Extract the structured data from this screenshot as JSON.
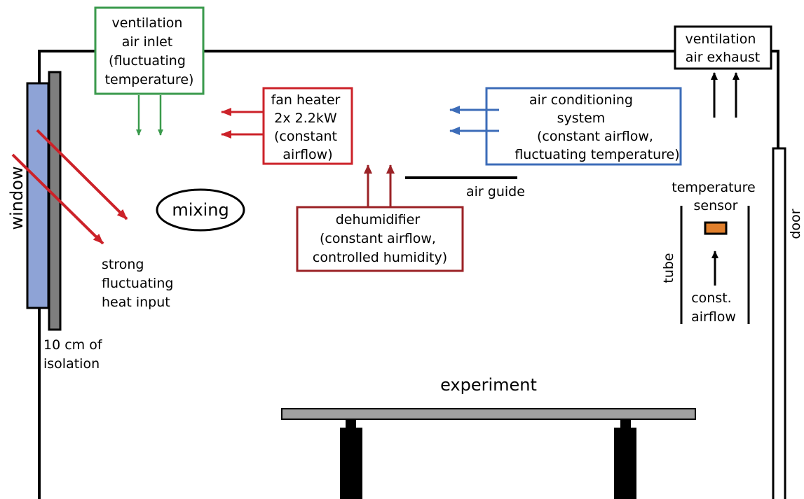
{
  "colors": {
    "green": "#3a9a4c",
    "red": "#cc2229",
    "dark_red": "#9b2226",
    "blue": "#3c6cb8",
    "window_fill": "#8ea3d6",
    "insulation_fill": "#7e7e7e",
    "table_fill": "#a0a0a0",
    "sensor_fill": "#e07f2c"
  },
  "labels": {
    "vent_inlet": [
      "ventilation",
      "air inlet",
      "(fluctuating",
      "temperature)"
    ],
    "vent_exhaust": [
      "ventilation",
      "air exhaust"
    ],
    "fan_heater": [
      "fan heater",
      "2x 2.2kW",
      "(constant",
      "airflow)"
    ],
    "ac_system": [
      "air conditioning",
      "system",
      "(constant airflow,",
      "fluctuating temperature)"
    ],
    "dehumidifier": [
      "dehumidifier",
      "(constant airflow,",
      "controlled humidity)"
    ],
    "air_guide": "air guide",
    "mixing": "mixing",
    "window": "window",
    "door": "door",
    "heat_input": [
      "strong",
      "fluctuating",
      "heat input"
    ],
    "isolation": [
      "10 cm of",
      "isolation"
    ],
    "temp_sensor": [
      "temperature",
      "sensor"
    ],
    "tube": "tube",
    "const_airflow": [
      "const.",
      "airflow"
    ],
    "experiment": "experiment"
  }
}
